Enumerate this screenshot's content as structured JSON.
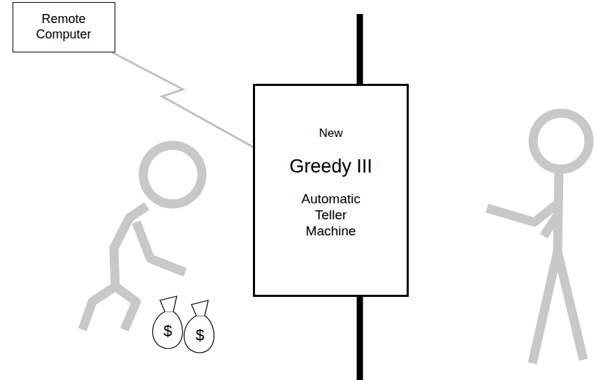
{
  "diagram": {
    "nodes": [
      {
        "text": [
          "Remote Computer"
        ]
      },
      {
        "text": [
          "New",
          "Greedy III",
          "Automatic Teller Machine"
        ]
      }
    ],
    "edges": [
      {
        "from": 0,
        "to": 1,
        "arrow": "none"
      }
    ],
    "labels": [
      "$",
      "$"
    ]
  }
}
